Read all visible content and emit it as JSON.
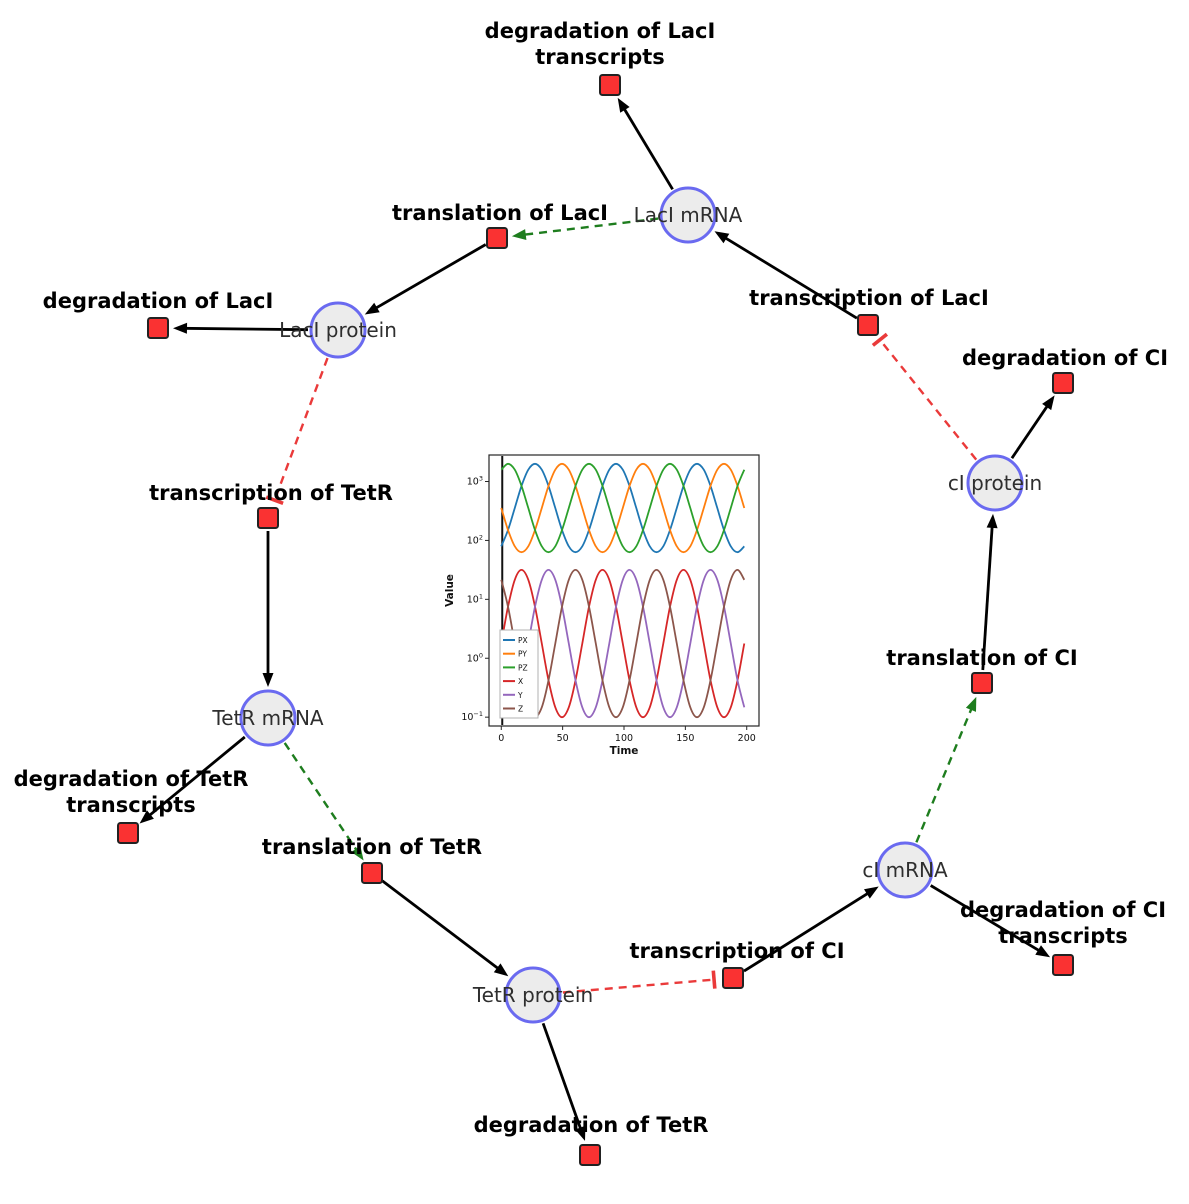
{
  "figure": {
    "description": "Repressilator gene regulatory network with embedded simulation time-course plot"
  },
  "network": {
    "species": [
      {
        "id": "laci_mrna",
        "label": "LacI mRNA"
      },
      {
        "id": "laci_protein",
        "label": "LacI protein"
      },
      {
        "id": "tetr_mrna",
        "label": "TetR mRNA"
      },
      {
        "id": "tetr_protein",
        "label": "TetR protein"
      },
      {
        "id": "ci_mrna",
        "label": "cI mRNA"
      },
      {
        "id": "ci_protein",
        "label": "cI protein"
      }
    ],
    "reactions": [
      {
        "id": "deg_laci_tx",
        "label": "degradation of LacI",
        "label2": "transcripts"
      },
      {
        "id": "translation_laci",
        "label": "translation of LacI"
      },
      {
        "id": "deg_laci",
        "label": "degradation of LacI"
      },
      {
        "id": "transcription_laci",
        "label": "transcription of LacI"
      },
      {
        "id": "deg_ci",
        "label": "degradation of CI"
      },
      {
        "id": "transcription_tetr",
        "label": "transcription of TetR"
      },
      {
        "id": "translation_ci",
        "label": "translation of CI"
      },
      {
        "id": "deg_tetr_tx",
        "label": "degradation of TetR",
        "label2": "transcripts"
      },
      {
        "id": "translation_tetr",
        "label": "translation of TetR"
      },
      {
        "id": "deg_ci_tx",
        "label": "degradation of CI",
        "label2": "transcripts"
      },
      {
        "id": "transcription_ci",
        "label": "transcription of CI"
      },
      {
        "id": "deg_tetr",
        "label": "degradation of TetR"
      }
    ],
    "edges": [
      {
        "from": "laci_mrna",
        "to": "deg_laci_tx",
        "type": "consumption"
      },
      {
        "from": "transcription_laci",
        "to": "laci_mrna",
        "type": "production"
      },
      {
        "from": "laci_mrna",
        "to": "translation_laci",
        "type": "modifier"
      },
      {
        "from": "translation_laci",
        "to": "laci_protein",
        "type": "production"
      },
      {
        "from": "laci_protein",
        "to": "deg_laci",
        "type": "consumption"
      },
      {
        "from": "laci_protein",
        "to": "transcription_tetr",
        "type": "inhibition"
      },
      {
        "from": "transcription_tetr",
        "to": "tetr_mrna",
        "type": "production"
      },
      {
        "from": "tetr_mrna",
        "to": "deg_tetr_tx",
        "type": "consumption"
      },
      {
        "from": "tetr_mrna",
        "to": "translation_tetr",
        "type": "modifier"
      },
      {
        "from": "translation_tetr",
        "to": "tetr_protein",
        "type": "production"
      },
      {
        "from": "tetr_protein",
        "to": "deg_tetr",
        "type": "consumption"
      },
      {
        "from": "tetr_protein",
        "to": "transcription_ci",
        "type": "inhibition"
      },
      {
        "from": "transcription_ci",
        "to": "ci_mrna",
        "type": "production"
      },
      {
        "from": "ci_mrna",
        "to": "deg_ci_tx",
        "type": "consumption"
      },
      {
        "from": "ci_mrna",
        "to": "translation_ci",
        "type": "modifier"
      },
      {
        "from": "translation_ci",
        "to": "ci_protein",
        "type": "production"
      },
      {
        "from": "ci_protein",
        "to": "deg_ci",
        "type": "consumption"
      },
      {
        "from": "ci_protein",
        "to": "transcription_laci",
        "type": "inhibition"
      }
    ],
    "colors": {
      "species_fill": "#ececec",
      "species_stroke": "#6a6af0",
      "reaction_fill": "#fa3232",
      "reaction_stroke": "#222222",
      "edge": "#000000",
      "modifier_edge": "#1e7d1e",
      "inhibition_edge": "#ea3a3a",
      "species_label": "#2e2e2e",
      "reaction_label": "#000000"
    }
  },
  "chart_data": {
    "type": "line",
    "title": "",
    "xlabel": "Time",
    "ylabel": "Value",
    "y_scale": "log",
    "grid": false,
    "xlim": [
      -10,
      210
    ],
    "ylim": [
      0.07,
      2800
    ],
    "ylim_log10": [
      -1.15,
      3.45
    ],
    "x_ticks": [
      0,
      50,
      100,
      150,
      200
    ],
    "y_tick_exponents": [
      -1,
      0,
      1,
      2,
      3
    ],
    "legend_position": "lower left",
    "x": [
      0,
      5.5,
      11,
      16.5,
      22,
      27.5,
      33,
      38.5,
      44,
      49.5,
      55,
      60.5,
      66,
      71.5,
      77,
      82.5,
      88,
      93.5,
      99,
      104.5,
      110,
      115.5,
      121,
      126.5,
      132,
      137.5,
      143,
      148.5,
      154,
      159.5,
      165,
      170.5,
      176,
      181.5,
      187,
      192.5,
      198
    ],
    "series": [
      {
        "name": "PX",
        "color": "#1f77b4",
        "values": [
          79.5,
          150,
          355,
          841,
          1584,
          1995,
          1584,
          841,
          355,
          150,
          79.5,
          63.1,
          79.5,
          150,
          355,
          841,
          1584,
          1995,
          1584,
          841,
          355,
          150,
          79.5,
          63.1,
          79.5,
          150,
          355,
          841,
          1584,
          1995,
          1584,
          841,
          355,
          150,
          79.5,
          63.1,
          79.5
        ]
      },
      {
        "name": "PY",
        "color": "#ff7f0e",
        "values": [
          355,
          150,
          79.5,
          63.1,
          79.5,
          150,
          355,
          841,
          1584,
          1995,
          1584,
          841,
          355,
          150,
          79.5,
          63.1,
          79.5,
          150,
          355,
          841,
          1584,
          1995,
          1584,
          841,
          355,
          150,
          79.5,
          63.1,
          79.5,
          150,
          355,
          841,
          1584,
          1995,
          1584,
          841,
          355
        ]
      },
      {
        "name": "PZ",
        "color": "#2ca02c",
        "values": [
          1584,
          1995,
          1584,
          841,
          355,
          150,
          79.5,
          63.1,
          79.5,
          150,
          355,
          841,
          1584,
          1995,
          1584,
          841,
          355,
          150,
          79.5,
          63.1,
          79.5,
          150,
          355,
          841,
          1584,
          1995,
          1584,
          841,
          355,
          150,
          79.5,
          63.1,
          79.5,
          150,
          355,
          841,
          1584
        ]
      },
      {
        "name": "X",
        "color": "#d62728",
        "values": [
          1.78,
          7.5,
          21.5,
          31.6,
          21.5,
          7.5,
          1.78,
          0.422,
          0.147,
          0.1,
          0.147,
          0.422,
          1.78,
          7.5,
          21.5,
          31.6,
          21.5,
          7.5,
          1.78,
          0.422,
          0.147,
          0.1,
          0.147,
          0.422,
          1.78,
          7.5,
          21.5,
          31.6,
          21.5,
          7.5,
          1.78,
          0.422,
          0.147,
          0.1,
          0.147,
          0.422,
          1.78
        ]
      },
      {
        "name": "Y",
        "color": "#9467bd",
        "values": [
          0.147,
          0.1,
          0.147,
          0.422,
          1.78,
          7.5,
          21.5,
          31.6,
          21.5,
          7.5,
          1.78,
          0.422,
          0.147,
          0.1,
          0.147,
          0.422,
          1.78,
          7.5,
          21.5,
          31.6,
          21.5,
          7.5,
          1.78,
          0.422,
          0.147,
          0.1,
          0.147,
          0.422,
          1.78,
          7.5,
          21.5,
          31.6,
          21.5,
          7.5,
          1.78,
          0.422,
          0.147
        ]
      },
      {
        "name": "Z",
        "color": "#8c564b",
        "values": [
          21.5,
          7.5,
          1.78,
          0.422,
          0.147,
          0.1,
          0.147,
          0.422,
          1.78,
          7.5,
          21.5,
          31.6,
          21.5,
          7.5,
          1.78,
          0.422,
          0.147,
          0.1,
          0.147,
          0.422,
          1.78,
          7.5,
          21.5,
          31.6,
          21.5,
          7.5,
          1.78,
          0.422,
          0.147,
          0.1,
          0.147,
          0.422,
          1.78,
          7.5,
          21.5,
          31.6,
          21.5
        ]
      }
    ]
  }
}
